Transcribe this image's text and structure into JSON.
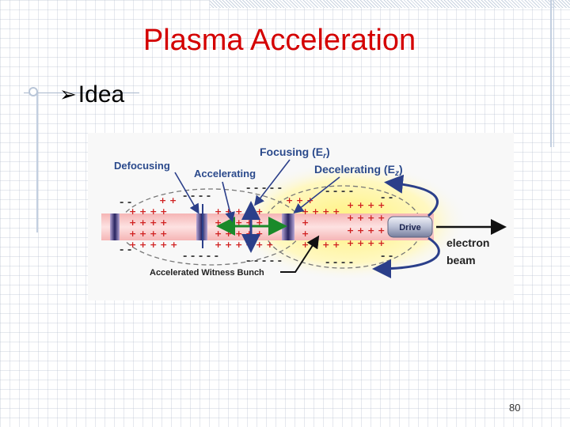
{
  "slide": {
    "title": "Plasma Acceleration",
    "bullet": "Idea",
    "page_number": "80"
  },
  "diagram": {
    "labels": {
      "focusing": "Focusing (E",
      "focusing_sub": "r",
      "defocusing": "Defocusing",
      "accelerating": "Accelerating",
      "decelerating": "Decelerating (E",
      "decelerating_sub": "z",
      "drive": "Drive",
      "electron": "electron",
      "beam": "beam",
      "witness": "Accelerated Witness Bunch"
    },
    "colors": {
      "title": "#d40000",
      "label_blue": "#2b4a8c",
      "plus_red": "#d02020",
      "minus_gray": "#444444",
      "green_arrow": "#1a8a2a",
      "glow_yellow": "#fff59a",
      "beam_pink": "#f7c7c7"
    }
  }
}
